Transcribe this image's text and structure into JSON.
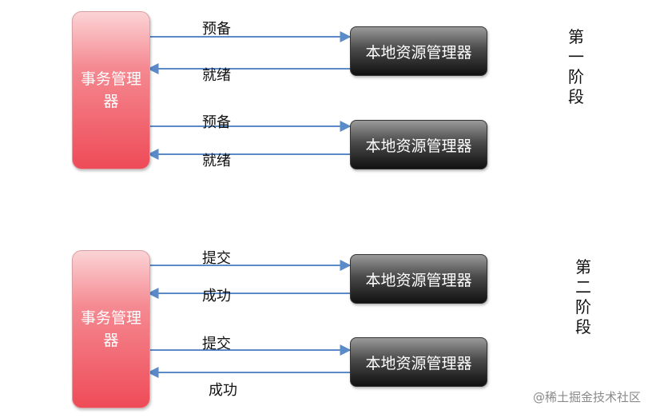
{
  "phase1": {
    "label": "第一阶段",
    "coordinator": "事务管理器",
    "resources": [
      "本地资源管理器",
      "本地资源管理器"
    ],
    "request_label": "预备",
    "response_label": "就绪"
  },
  "phase2": {
    "label": "第二阶段",
    "coordinator": "事务管理器",
    "resources": [
      "本地资源管理器",
      "本地资源管理器"
    ],
    "request_label": "提交",
    "response_label": "成功"
  },
  "watermark": "@稀土掘金技术社区",
  "colors": {
    "arrow": "#5b8ac9",
    "coordinator": "#ee4b57",
    "resource": "#222222"
  }
}
